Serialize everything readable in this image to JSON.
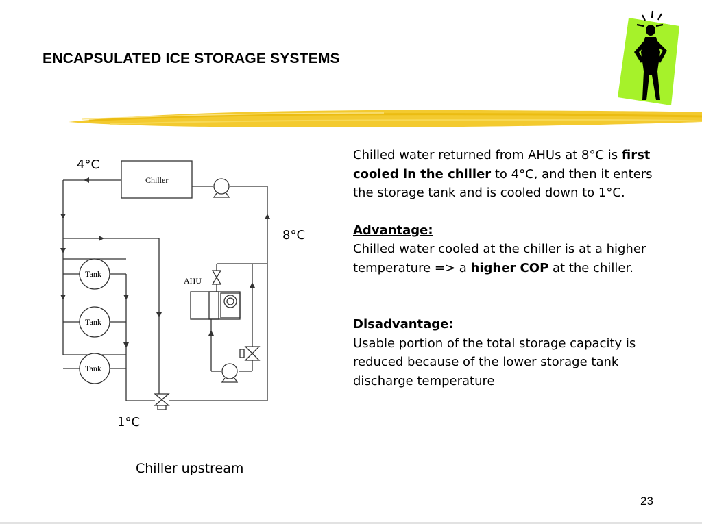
{
  "slide": {
    "title": "ENCAPSULATED ICE STORAGE SYSTEMS",
    "page_number": "23"
  },
  "diagram": {
    "chiller_label": "Chiller",
    "ahu_label": "AHU",
    "tank_labels": [
      "Tank",
      "Tank",
      "Tank"
    ],
    "temp_top": "4°C",
    "temp_right": "8°C",
    "temp_bottom": "1°C",
    "caption": "Chiller upstream"
  },
  "text": {
    "p1_a": "Chilled water returned from AHUs at 8°C is ",
    "p1_bold": "first cooled in the chiller",
    "p1_b": " to 4°C, and then it enters the storage tank and is cooled down to 1°C.",
    "advantage_heading": "Advantage:",
    "adv_a": "Chilled water cooled at the chiller is at a higher temperature => a ",
    "adv_bold": "higher COP",
    "adv_b": " at the chiller.",
    "disadvantage_heading": "Disadvantage:",
    "disadv": "Usable portion of the total storage capacity is reduced because of the lower storage tank discharge temperature"
  },
  "colors": {
    "brush_yellow": "#f2c418",
    "figure_green": "#a6f22a"
  }
}
